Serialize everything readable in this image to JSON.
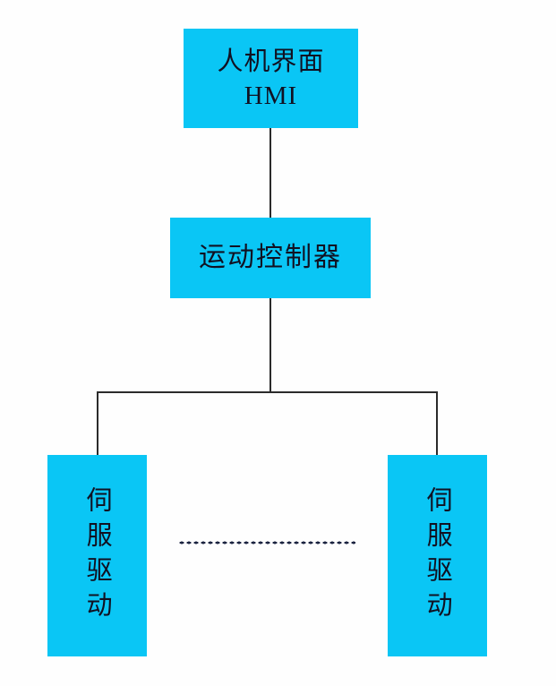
{
  "diagram": {
    "type": "block-diagram",
    "title": "",
    "background_color": "#fefefe",
    "node_fill_color": "#0ac6f5",
    "connector_color": "#2b2b2b",
    "text_color": "#111122",
    "nodes": [
      {
        "id": "hmi",
        "label_cn": "人机界面",
        "label_en": "HMI",
        "orientation": "horizontal"
      },
      {
        "id": "controller",
        "label_cn": "运动控制器",
        "orientation": "horizontal"
      },
      {
        "id": "servo-left",
        "label_cn": "伺服驱动",
        "orientation": "vertical"
      },
      {
        "id": "servo-right",
        "label_cn": "伺服驱动",
        "orientation": "vertical"
      }
    ],
    "connectors": [
      {
        "id": "hmi-to-controller",
        "from": "hmi",
        "to": "controller",
        "style": "solid"
      },
      {
        "id": "controller-to-bus",
        "from": "controller",
        "to": "bus",
        "style": "solid"
      },
      {
        "id": "bus-to-servo-left",
        "from": "bus",
        "to": "servo-left",
        "style": "solid"
      },
      {
        "id": "bus-to-servo-right",
        "from": "bus",
        "to": "servo-right",
        "style": "solid"
      }
    ],
    "ellipsis": {
      "style": "dotted",
      "meaning": "additional servo drives omitted"
    }
  }
}
